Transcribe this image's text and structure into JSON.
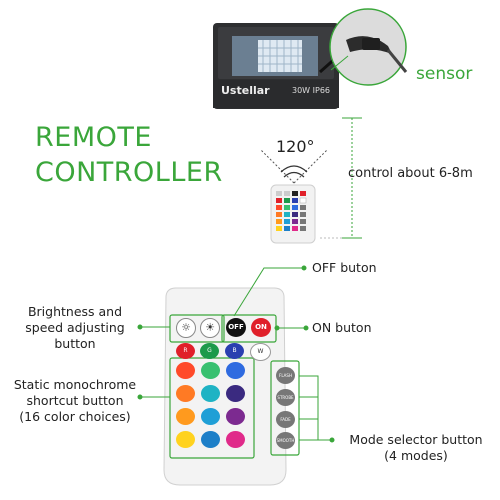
{
  "floodlight": {
    "brand": "Ustellar",
    "spec": "30W IP66"
  },
  "sensor_label": "sensor",
  "title_line1": "REMOTE",
  "title_line2": "CONTROLLER",
  "angle_label": "120°",
  "distance_label": "control about 6-8m",
  "callouts": {
    "off_button": "OFF buton",
    "on_button": "ON buton",
    "brightness_line1": "Brightness and",
    "brightness_line2": "speed adjusting",
    "brightness_line3": "button",
    "static_line1": "Static monochrome",
    "static_line2": "shortcut button",
    "static_line3": "(16 color choices)",
    "mode_line1": "Mode selector button",
    "mode_line2": "(4 modes)"
  },
  "remote_buttons": {
    "off": "OFF",
    "on": "ON",
    "r": "R",
    "g": "G",
    "b": "B",
    "w": "W",
    "flash": "FLASH",
    "strobe": "STROBE",
    "fade": "FADE",
    "smooth": "SMOOTH"
  },
  "colors": {
    "accent_green": "#3aa63a",
    "red": "#e0202a",
    "green": "#1c9a4a",
    "blue": "#2a3fb0",
    "light_row1": [
      "#ff4a2a",
      "#38c070",
      "#2f6be0"
    ],
    "light_row2": [
      "#ff7a24",
      "#1fb3c4",
      "#3a2a80"
    ],
    "light_row3": [
      "#ff9a1e",
      "#1f9fd6",
      "#7c2a90"
    ],
    "light_row4": [
      "#ffd21e",
      "#1d7fc8",
      "#e02a8a"
    ]
  }
}
